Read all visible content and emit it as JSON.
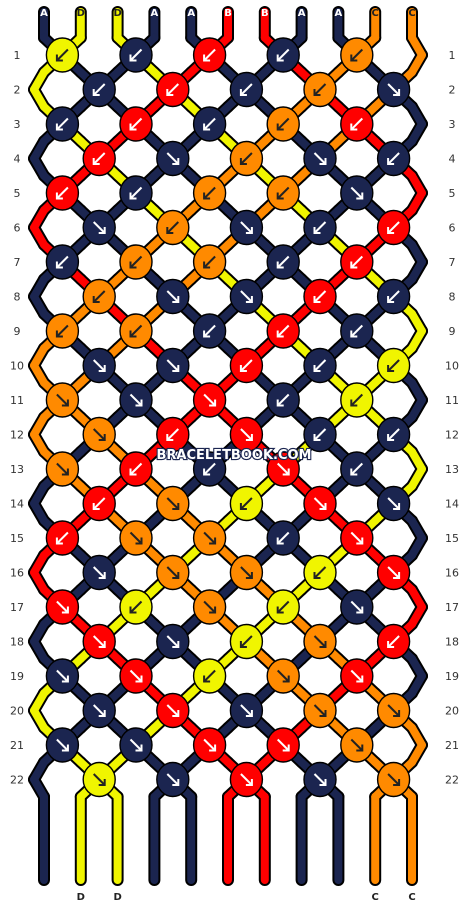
{
  "colors": {
    "A": "#1b2550",
    "B": "#ff0000",
    "C": "#ff8a00",
    "D": "#f0f500"
  },
  "watermark": "BRACELETBOOK.COM",
  "strings": [
    "A",
    "D",
    "D",
    "A",
    "A",
    "B",
    "B",
    "A",
    "A",
    "C",
    "C"
  ],
  "rows": [
    {
      "num": "1",
      "knots": [
        {
          "c": "D",
          "d": "L"
        },
        {
          "c": "A",
          "d": "L"
        },
        {
          "c": "B",
          "d": "L"
        },
        {
          "c": "A",
          "d": "L"
        },
        {
          "c": "C",
          "d": "L"
        }
      ]
    },
    {
      "num": "2",
      "knots": [
        {
          "c": "A",
          "d": "L"
        },
        {
          "c": "B",
          "d": "L"
        },
        {
          "c": "A",
          "d": "L"
        },
        {
          "c": "C",
          "d": "L"
        },
        {
          "c": "A",
          "d": "R"
        }
      ]
    },
    {
      "num": "3",
      "knots": [
        {
          "c": "A",
          "d": "L"
        },
        {
          "c": "B",
          "d": "L"
        },
        {
          "c": "A",
          "d": "L"
        },
        {
          "c": "C",
          "d": "L"
        },
        {
          "c": "B",
          "d": "L"
        }
      ]
    },
    {
      "num": "4",
      "knots": [
        {
          "c": "B",
          "d": "L"
        },
        {
          "c": "A",
          "d": "R"
        },
        {
          "c": "C",
          "d": "L"
        },
        {
          "c": "A",
          "d": "R"
        },
        {
          "c": "A",
          "d": "L"
        }
      ]
    },
    {
      "num": "5",
      "knots": [
        {
          "c": "B",
          "d": "L"
        },
        {
          "c": "A",
          "d": "L"
        },
        {
          "c": "C",
          "d": "L"
        },
        {
          "c": "C",
          "d": "L"
        },
        {
          "c": "A",
          "d": "R"
        }
      ]
    },
    {
      "num": "6",
      "knots": [
        {
          "c": "A",
          "d": "R"
        },
        {
          "c": "C",
          "d": "L"
        },
        {
          "c": "A",
          "d": "R"
        },
        {
          "c": "A",
          "d": "L"
        },
        {
          "c": "B",
          "d": "L"
        }
      ]
    },
    {
      "num": "7",
      "knots": [
        {
          "c": "A",
          "d": "L"
        },
        {
          "c": "C",
          "d": "L"
        },
        {
          "c": "C",
          "d": "L"
        },
        {
          "c": "A",
          "d": "L"
        },
        {
          "c": "B",
          "d": "L"
        }
      ]
    },
    {
      "num": "8",
      "knots": [
        {
          "c": "C",
          "d": "L"
        },
        {
          "c": "A",
          "d": "R"
        },
        {
          "c": "A",
          "d": "R"
        },
        {
          "c": "B",
          "d": "L"
        },
        {
          "c": "A",
          "d": "L"
        }
      ]
    },
    {
      "num": "9",
      "knots": [
        {
          "c": "C",
          "d": "L"
        },
        {
          "c": "C",
          "d": "L"
        },
        {
          "c": "A",
          "d": "L"
        },
        {
          "c": "B",
          "d": "L"
        },
        {
          "c": "A",
          "d": "L"
        }
      ]
    },
    {
      "num": "10",
      "knots": [
        {
          "c": "A",
          "d": "R"
        },
        {
          "c": "A",
          "d": "R"
        },
        {
          "c": "B",
          "d": "L"
        },
        {
          "c": "A",
          "d": "L"
        },
        {
          "c": "D",
          "d": "L"
        }
      ]
    },
    {
      "num": "11",
      "knots": [
        {
          "c": "C",
          "d": "R"
        },
        {
          "c": "A",
          "d": "R"
        },
        {
          "c": "B",
          "d": "R"
        },
        {
          "c": "A",
          "d": "L"
        },
        {
          "c": "D",
          "d": "L"
        }
      ]
    },
    {
      "num": "12",
      "knots": [
        {
          "c": "C",
          "d": "R"
        },
        {
          "c": "B",
          "d": "L"
        },
        {
          "c": "B",
          "d": "R"
        },
        {
          "c": "A",
          "d": "L"
        },
        {
          "c": "A",
          "d": "L"
        }
      ]
    },
    {
      "num": "13",
      "knots": [
        {
          "c": "C",
          "d": "R"
        },
        {
          "c": "B",
          "d": "L"
        },
        {
          "c": "A",
          "d": "L"
        },
        {
          "c": "B",
          "d": "R"
        },
        {
          "c": "A",
          "d": "L"
        }
      ]
    },
    {
      "num": "14",
      "knots": [
        {
          "c": "B",
          "d": "L"
        },
        {
          "c": "C",
          "d": "R"
        },
        {
          "c": "D",
          "d": "L"
        },
        {
          "c": "B",
          "d": "R"
        },
        {
          "c": "A",
          "d": "R"
        }
      ]
    },
    {
      "num": "15",
      "knots": [
        {
          "c": "B",
          "d": "L"
        },
        {
          "c": "C",
          "d": "R"
        },
        {
          "c": "C",
          "d": "R"
        },
        {
          "c": "A",
          "d": "L"
        },
        {
          "c": "B",
          "d": "R"
        }
      ]
    },
    {
      "num": "16",
      "knots": [
        {
          "c": "A",
          "d": "R"
        },
        {
          "c": "C",
          "d": "R"
        },
        {
          "c": "C",
          "d": "R"
        },
        {
          "c": "D",
          "d": "L"
        },
        {
          "c": "B",
          "d": "R"
        }
      ]
    },
    {
      "num": "17",
      "knots": [
        {
          "c": "B",
          "d": "R"
        },
        {
          "c": "D",
          "d": "L"
        },
        {
          "c": "C",
          "d": "R"
        },
        {
          "c": "D",
          "d": "L"
        },
        {
          "c": "A",
          "d": "R"
        }
      ]
    },
    {
      "num": "18",
      "knots": [
        {
          "c": "B",
          "d": "R"
        },
        {
          "c": "A",
          "d": "R"
        },
        {
          "c": "D",
          "d": "L"
        },
        {
          "c": "C",
          "d": "R"
        },
        {
          "c": "B",
          "d": "L"
        }
      ]
    },
    {
      "num": "19",
      "knots": [
        {
          "c": "A",
          "d": "R"
        },
        {
          "c": "B",
          "d": "R"
        },
        {
          "c": "D",
          "d": "L"
        },
        {
          "c": "C",
          "d": "R"
        },
        {
          "c": "B",
          "d": "R"
        }
      ]
    },
    {
      "num": "20",
      "knots": [
        {
          "c": "A",
          "d": "R"
        },
        {
          "c": "B",
          "d": "R"
        },
        {
          "c": "A",
          "d": "R"
        },
        {
          "c": "C",
          "d": "R"
        },
        {
          "c": "C",
          "d": "R"
        }
      ]
    },
    {
      "num": "21",
      "knots": [
        {
          "c": "A",
          "d": "R"
        },
        {
          "c": "A",
          "d": "R"
        },
        {
          "c": "B",
          "d": "R"
        },
        {
          "c": "B",
          "d": "R"
        },
        {
          "c": "C",
          "d": "R"
        }
      ]
    },
    {
      "num": "22",
      "knots": [
        {
          "c": "D",
          "d": "R"
        },
        {
          "c": "A",
          "d": "R"
        },
        {
          "c": "B",
          "d": "R"
        },
        {
          "c": "A",
          "d": "R"
        },
        {
          "c": "C",
          "d": "R"
        }
      ]
    }
  ]
}
